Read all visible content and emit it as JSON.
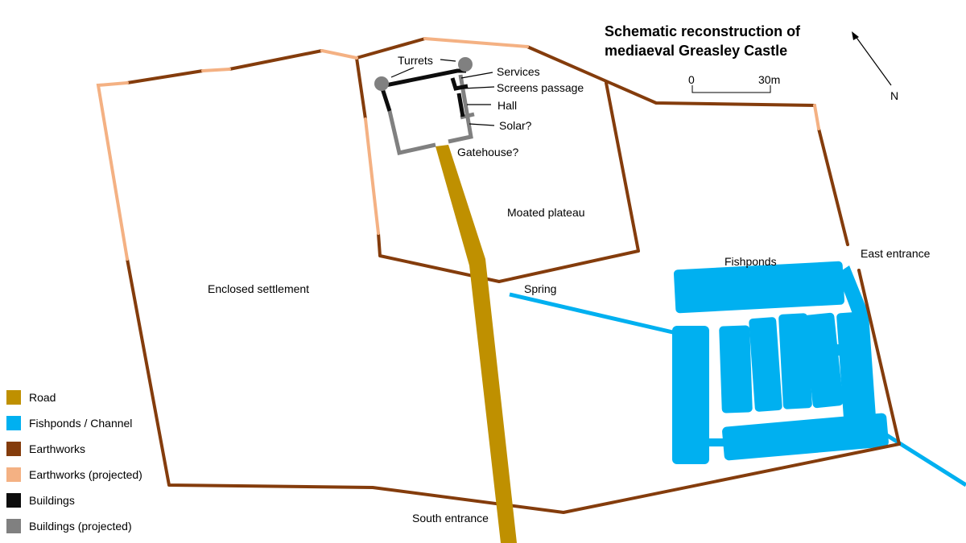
{
  "title": {
    "line1": "Schematic reconstruction of",
    "line2": "mediaeval Greasley Castle"
  },
  "scale": {
    "start": "0",
    "end": "30m"
  },
  "north": "N",
  "labels": {
    "turrets": "Turrets",
    "services": "Services",
    "screens_passage": "Screens passage",
    "hall": "Hall",
    "solar": "Solar?",
    "gatehouse": "Gatehouse?",
    "moated_plateau": "Moated plateau",
    "enclosed_settlement": "Enclosed settlement",
    "spring": "Spring",
    "fishponds": "Fishponds",
    "east_entrance": "East entrance",
    "south_entrance": "South entrance"
  },
  "legend": [
    {
      "label": "Road",
      "color": "#bf9000"
    },
    {
      "label": "Fishponds / Channel",
      "color": "#00b0f0"
    },
    {
      "label": "Earthworks",
      "color": "#843c0c"
    },
    {
      "label": "Earthworks (projected)",
      "color": "#f4b183"
    },
    {
      "label": "Buildings",
      "color": "#0d0d0d"
    },
    {
      "label": "Buildings (projected)",
      "color": "#808080"
    }
  ],
  "colors": {
    "road": "#bf9000",
    "water": "#00b0f0",
    "earthworks": "#843c0c",
    "earthworks_projected": "#f4b183",
    "buildings": "#0d0d0d",
    "buildings_projected": "#808080"
  }
}
